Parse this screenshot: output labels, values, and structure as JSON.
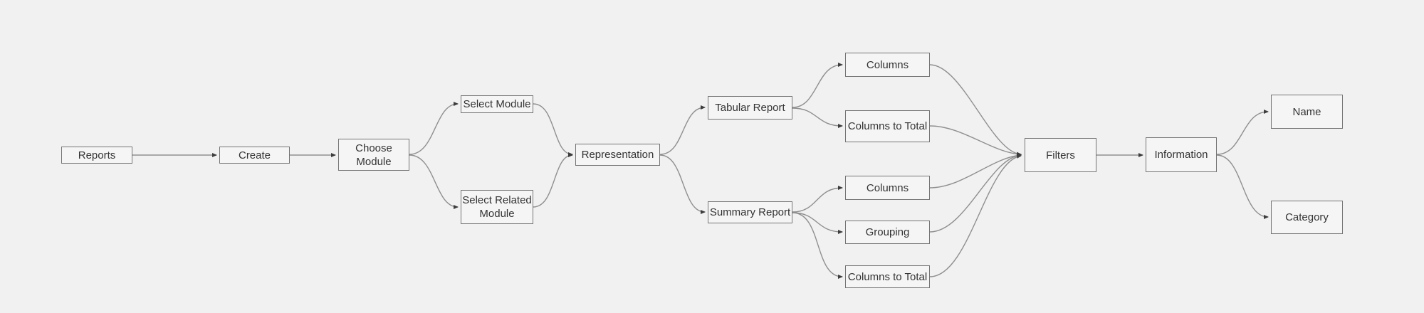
{
  "diagram": {
    "type": "flowchart",
    "direction": "left-to-right",
    "colors": {
      "background": "#f1f1f1",
      "node_fill": "#f5f5f5",
      "node_border": "#757575",
      "edge": "#8f8f8f",
      "arrowhead": "#3d3d3d",
      "text": "#333333"
    },
    "nodes": {
      "reports": {
        "label": "Reports"
      },
      "create": {
        "label": "Create"
      },
      "choose_module": {
        "label": "Choose\nModule"
      },
      "select_module": {
        "label": "Select Module"
      },
      "select_related_module": {
        "label": "Select Related\nModule"
      },
      "representation": {
        "label": "Representation"
      },
      "tabular_report": {
        "label": "Tabular Report"
      },
      "tabular_columns": {
        "label": "Columns"
      },
      "tabular_columns_to_total": {
        "label": "Columns to Total"
      },
      "summary_report": {
        "label": "Summary Report"
      },
      "summary_columns": {
        "label": "Columns"
      },
      "summary_grouping": {
        "label": "Grouping"
      },
      "summary_columns_to_total": {
        "label": "Columns to Total"
      },
      "filters": {
        "label": "Filters"
      },
      "information": {
        "label": "Information"
      },
      "name": {
        "label": "Name"
      },
      "category": {
        "label": "Category"
      }
    },
    "edges": [
      {
        "from": "reports",
        "to": "create"
      },
      {
        "from": "create",
        "to": "choose_module"
      },
      {
        "from": "choose_module",
        "to": "select_module"
      },
      {
        "from": "choose_module",
        "to": "select_related_module"
      },
      {
        "from": "select_module",
        "to": "representation"
      },
      {
        "from": "select_related_module",
        "to": "representation"
      },
      {
        "from": "representation",
        "to": "tabular_report"
      },
      {
        "from": "representation",
        "to": "summary_report"
      },
      {
        "from": "tabular_report",
        "to": "tabular_columns"
      },
      {
        "from": "tabular_report",
        "to": "tabular_columns_to_total"
      },
      {
        "from": "summary_report",
        "to": "summary_columns"
      },
      {
        "from": "summary_report",
        "to": "summary_grouping"
      },
      {
        "from": "summary_report",
        "to": "summary_columns_to_total"
      },
      {
        "from": "tabular_columns",
        "to": "filters"
      },
      {
        "from": "tabular_columns_to_total",
        "to": "filters"
      },
      {
        "from": "summary_columns",
        "to": "filters"
      },
      {
        "from": "summary_grouping",
        "to": "filters"
      },
      {
        "from": "summary_columns_to_total",
        "to": "filters"
      },
      {
        "from": "filters",
        "to": "information"
      },
      {
        "from": "information",
        "to": "name"
      },
      {
        "from": "information",
        "to": "category"
      }
    ]
  }
}
